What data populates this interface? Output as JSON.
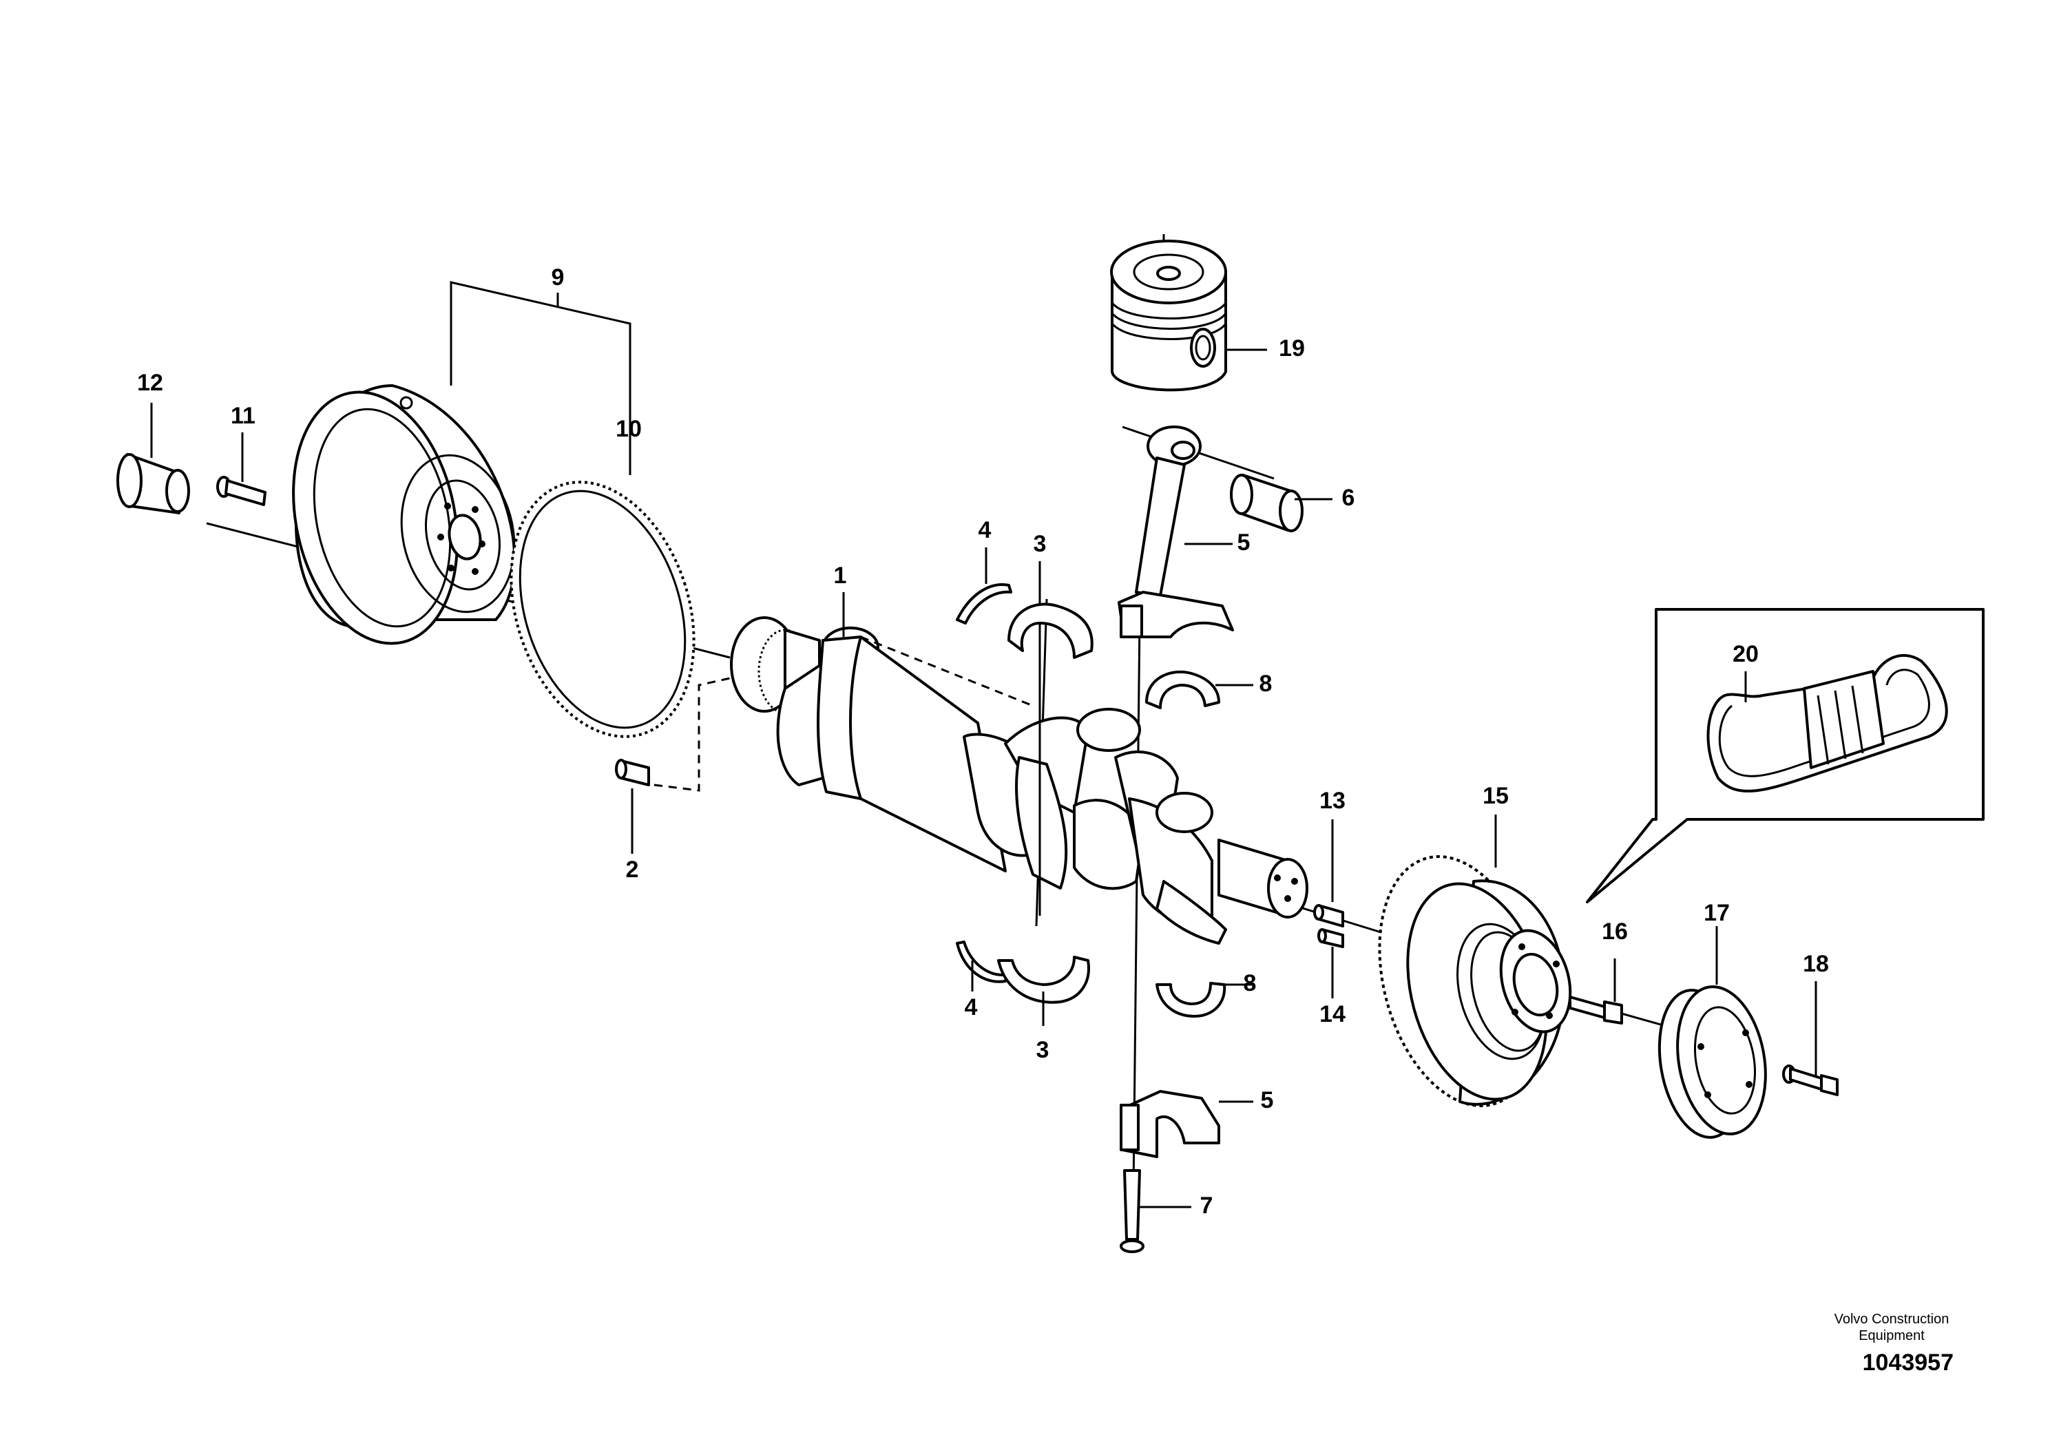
{
  "diagram": {
    "callouts": {
      "c1": "1",
      "c2": "2",
      "c3a": "3",
      "c3b": "3",
      "c4a": "4",
      "c4b": "4",
      "c5a": "5",
      "c5b": "5",
      "c6": "6",
      "c7": "7",
      "c8a": "8",
      "c8b": "8",
      "c9": "9",
      "c10": "10",
      "c11": "11",
      "c12": "12",
      "c13": "13",
      "c14": "14",
      "c15": "15",
      "c16": "16",
      "c17": "17",
      "c18": "18",
      "c19": "19",
      "c20": "20"
    }
  },
  "footer": {
    "brand_line1": "Volvo Construction",
    "brand_line2": "Equipment",
    "drawing_number": "1043957"
  }
}
